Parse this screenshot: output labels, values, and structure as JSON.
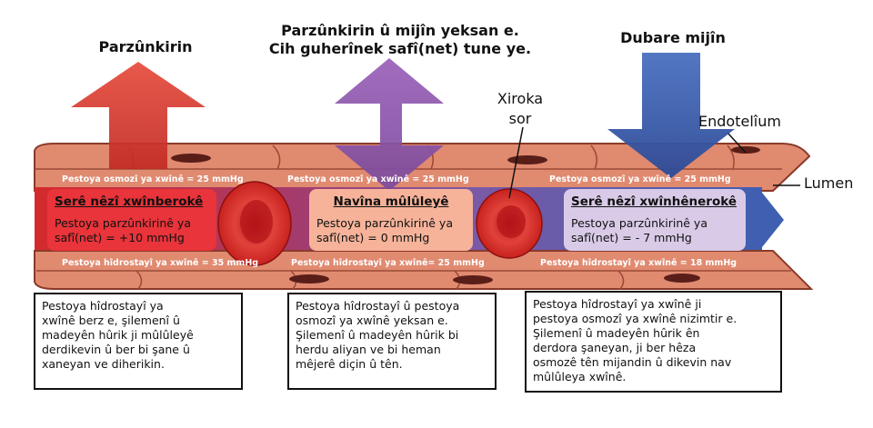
{
  "headers": {
    "left": "Parzûnkirin",
    "middle_line1": "Parzûnkirin û mijîn yeksan e.",
    "middle_line2": "Cih guherînek safî(net) tune ye.",
    "right": "Dubare mijîn"
  },
  "labels": {
    "rbc": "Xiroka\nsor",
    "endothelium": "Endotelîum",
    "lumen": "Lumen"
  },
  "pressure_lines": {
    "osm_left": "Pestoya osmozî ya xwînê = 25 mmHg",
    "osm_mid": "Pestoya osmozî ya xwînê = 25 mmHg",
    "osm_right": "Pestoya osmozî ya xwînê = 25 mmHg",
    "hyd_left": "Pestoya hîdrostayî ya xwînê = 35 mmHg",
    "hyd_mid": "Pestoya hîdrostayî ya xwînê= 25 mmHg",
    "hyd_right": "Pestoya hîdrostayî ya xwînê = 18 mmHg"
  },
  "zones": {
    "arterial": {
      "title": "Serê nêzî xwînberokê",
      "value": "Pestoya parzûnkirinê ya\nsafî(net) = +10 mmHg",
      "color": "#e8343a"
    },
    "middle": {
      "title": "Navîna mûlûleyê",
      "value": "Pestoya parzûnkirinê ya\nsafî(net) = 0 mmHg",
      "color": "#f6b39a"
    },
    "venous": {
      "title": "Serê nêzî xwînhênerokê",
      "value": "Pestoya parzûnkirinê ya\nsafî(net) = - 7 mmHg",
      "color": "#d9cbe8"
    }
  },
  "notes": {
    "left": "Pestoya hîdrostayî ya\nxwînê berz e, şilemenî û\nmadeyên hûrik ji mûlûleyê\nderdikevin û ber bi şane û\nxaneyan ve diherikin.",
    "middle": "Pestoya hîdrostayî û pestoya\nosmozî ya xwînê yeksan e.\nŞilemenî û madeyên hûrik bi\nherdu aliyan ve bi heman\nmêjerê  diçin û tên.",
    "right": "Pestoya hîdrostayî ya xwînê ji\npestoya osmozî ya xwînê nizimtir e.\nŞilemenî û madeyên hûrik ên\nderdora şaneyan, ji ber hêza\nosmozê tên mijandin û dikevin nav\nmûlûleya xwînê."
  },
  "colors": {
    "vessel_wall": "#d9755c",
    "lumen_gradient": [
      "#d42a2c",
      "#7b5aa6",
      "#3f5fb0"
    ],
    "arrow_red": "#e03a30",
    "arrow_purple": "#8a55aa",
    "arrow_blue": "#3658a8"
  }
}
